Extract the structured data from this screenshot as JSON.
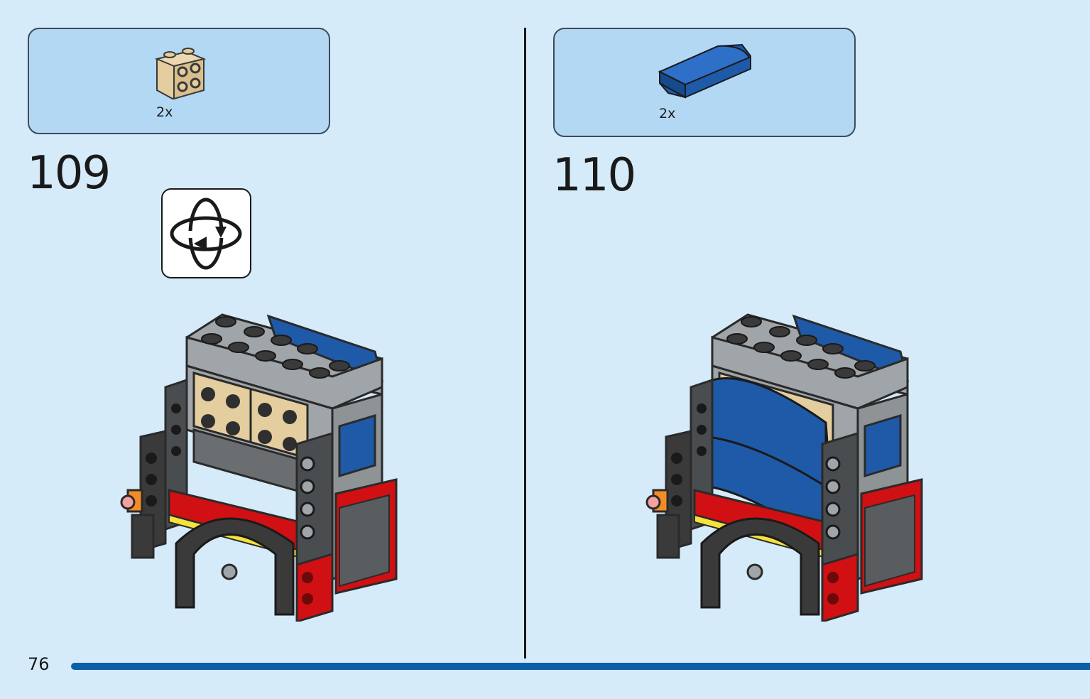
{
  "steps": [
    {
      "number": "109",
      "parts": {
        "quantity": "2x",
        "part_icon": "tan-brick-1x2-with-side-studs"
      },
      "rotate_icon": "rotate-model-icon"
    },
    {
      "number": "110",
      "parts": {
        "quantity": "2x",
        "part_icon": "blue-curved-slope"
      }
    }
  ],
  "page": {
    "number": "76",
    "progress": 1.0
  },
  "colors": {
    "background": "#d6ebfa",
    "parts_box": "#b3d8f4",
    "progress_bar": "#0b5fa8",
    "red": "#d01012",
    "blue": "#1e5aa8",
    "tan": "#e4cd9e",
    "gray": "#a0a5a9",
    "dark": "#3a3a3a"
  }
}
